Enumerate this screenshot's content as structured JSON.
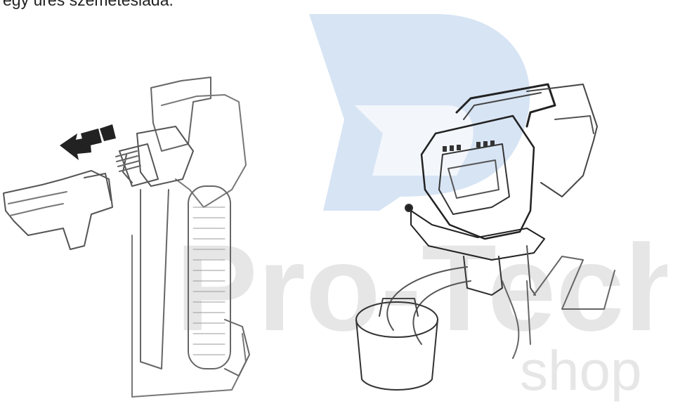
{
  "document": {
    "cut_off_text": "egy üres szemetesládá."
  },
  "watermark": {
    "brand_main": "Pro-Tech",
    "brand_sub": "shop",
    "color": "#e6e6e6",
    "logo_color": "#d7e4f4"
  },
  "illustrations": {
    "left": "spray-gun-nozzle-removal",
    "right": "airless-paint-sprayer-with-bucket"
  }
}
